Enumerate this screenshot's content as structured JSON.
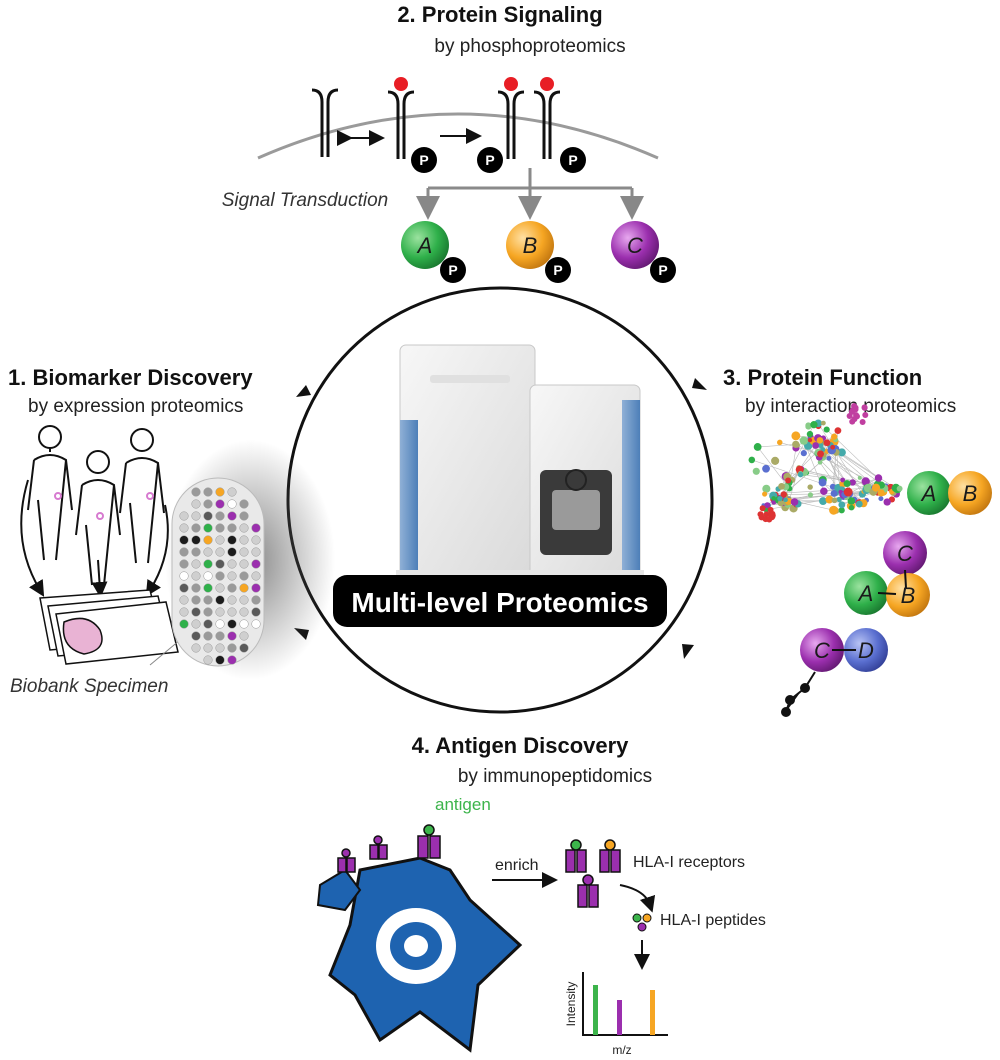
{
  "center": {
    "label": "Multi-level Proteomics"
  },
  "section1": {
    "title": "1. Biomarker Discovery",
    "subtitle": "by expression proteomics",
    "specimen_label": "Biobank Specimen",
    "grid_colors": [
      "#cfcfcf",
      "#9a9a9a",
      "#5a5a5a",
      "#1c1c1c",
      "#ffffff",
      "#9b2fae",
      "#f6a623",
      "#2fb04a"
    ]
  },
  "section2": {
    "title": "2. Protein Signaling",
    "subtitle": "by phosphoproteomics",
    "transduction_label": "Signal Transduction",
    "nodes": [
      "A",
      "B",
      "C"
    ],
    "phospho_label": "P"
  },
  "section3": {
    "title": "3. Protein Function",
    "subtitle": "by interaction proteomics",
    "nodes": [
      "A",
      "B",
      "C",
      "A",
      "B",
      "C",
      "D"
    ]
  },
  "section4": {
    "title": "4. Antigen Discovery",
    "subtitle": "by immunopeptidomics",
    "antigen_label": "antigen",
    "enrich_label": "enrich",
    "receptors_label": "HLA-I receptors",
    "peptides_label": "HLA-I peptides",
    "y_axis_label": "Intensity",
    "x_axis_label": "m/z"
  },
  "colors": {
    "green": "#2fb04a",
    "orange": "#f6a623",
    "purple": "#9b2fae",
    "blue_node": "#5a6fd0",
    "cell_blue": "#1e63b0",
    "phospho_dot": "#e81e25",
    "antigen_green": "#3cb44b"
  }
}
